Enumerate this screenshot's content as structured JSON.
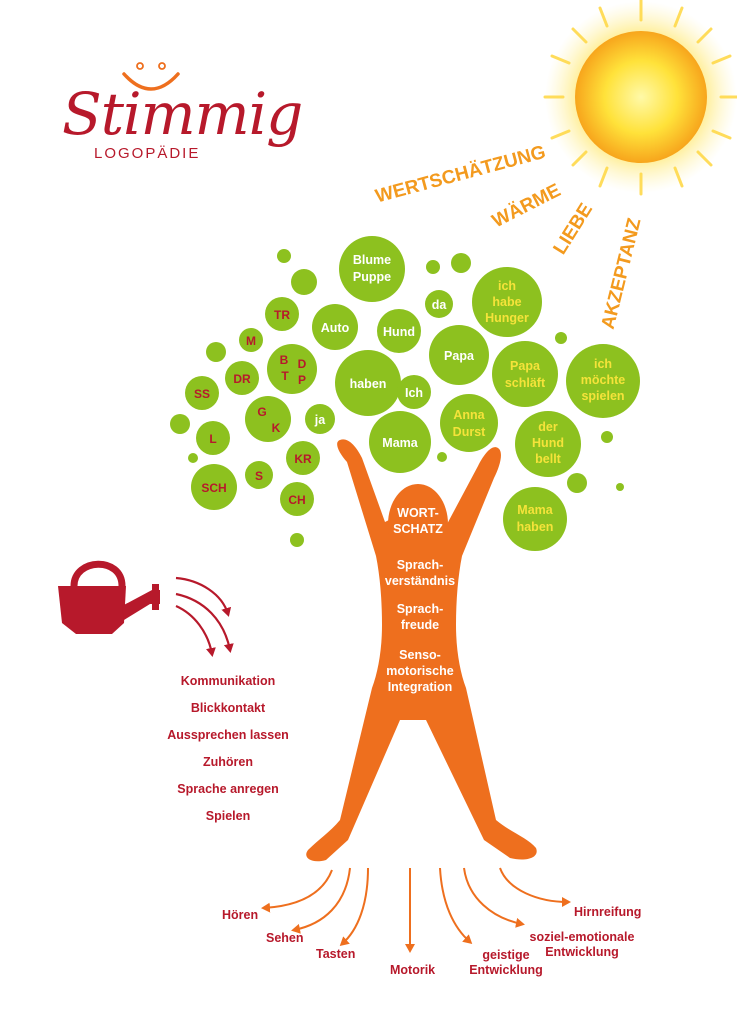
{
  "logo": {
    "name": "Stimmig",
    "subtitle": "LOGOPÄDIE"
  },
  "sun_words": [
    "WERTSCHÄTZUNG",
    "WÄRME",
    "LIEBE",
    "AKZEPTANZ"
  ],
  "canopy_words": {
    "blume": [
      "Blume",
      "Puppe"
    ],
    "auto": "Auto",
    "hund": "Hund",
    "da": "da",
    "hunger": [
      "ich",
      "habe",
      "Hunger"
    ],
    "papa": "Papa",
    "papa_schlaeft": [
      "Papa",
      "schläft"
    ],
    "moechte": [
      "ich",
      "möchte",
      "spielen"
    ],
    "haben": "haben",
    "ich": "Ich",
    "mama": "Mama",
    "anna": [
      "Anna",
      "Durst"
    ],
    "hund_bellt": [
      "der",
      "Hund",
      "bellt"
    ],
    "mama_haben": [
      "Mama",
      "haben"
    ],
    "ja": "ja"
  },
  "sounds": {
    "tr": "TR",
    "m": "M",
    "b": "B",
    "d": "D",
    "t": "T",
    "p": "P",
    "dr": "DR",
    "ss": "SS",
    "g": "G",
    "k": "K",
    "l": "L",
    "kr": "KR",
    "s": "S",
    "sch": "SCH",
    "ch": "CH"
  },
  "body_labels": {
    "wortschatz": [
      "WORT-",
      "SCHATZ"
    ],
    "sprachverstaendnis": [
      "Sprach-",
      "verständnis"
    ],
    "sprachfreude": [
      "Sprach-",
      "freude"
    ],
    "sensomotorisch": [
      "Senso-",
      "motorische",
      "Integration"
    ]
  },
  "watering_list": [
    "Kommunikation",
    "Blickkontakt",
    "Aussprechen lassen",
    "Zuhören",
    "Sprache anregen",
    "Spielen"
  ],
  "roots": {
    "hoeren": "Hören",
    "sehen": "Sehen",
    "tasten": "Tasten",
    "motorik": "Motorik",
    "geistige": [
      "geistige",
      "Entwicklung"
    ],
    "sozial": [
      "soziel-emotionale",
      "Entwicklung"
    ],
    "hirnreifung": "Hirnreifung"
  },
  "colors": {
    "green": "#8dc11f",
    "orange": "#ee6f1e",
    "red": "#b7192b",
    "sun_text": "#f39a1e",
    "yellow_text": "#f5e33a",
    "sun_core": "#ffd21a"
  }
}
